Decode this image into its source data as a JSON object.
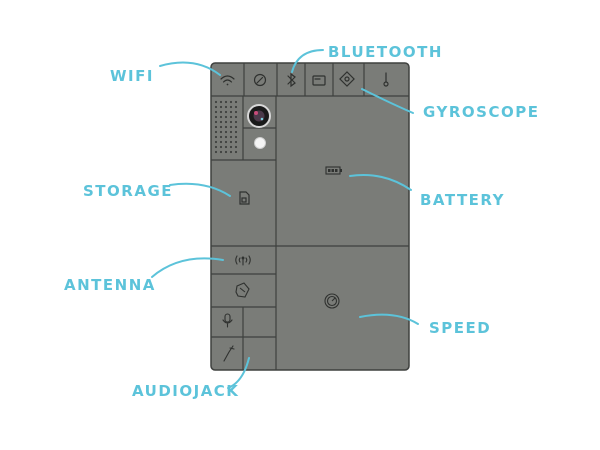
{
  "colors": {
    "accent": "#5cc3da",
    "phone_body": "#7a7c78",
    "module_border": "#3e403e",
    "icon": "#2f312f",
    "background": "#ffffff"
  },
  "labels": {
    "wifi": "WIFI",
    "bluetooth": "BLUETOOTH",
    "gyroscope": "GYROSCOPE",
    "storage": "STORAGE",
    "battery": "BATTERY",
    "antenna": "ANTENNA",
    "speed": "SPEED",
    "audiojack": "AUDIOJACK"
  },
  "icons": {
    "wifi": "wifi-icon",
    "compass": "compass-icon",
    "bluetooth": "bluetooth-icon",
    "card": "card-icon",
    "gyroscope": "gyroscope-icon",
    "thermometer": "thermometer-icon",
    "speaker": "speaker-grille",
    "camera": "camera-lens",
    "flash": "flash-icon",
    "storage": "sd-card-icon",
    "battery": "battery-icon",
    "antenna": "antenna-icon",
    "tool": "tool-icon",
    "microphone": "microphone-icon",
    "audiojack": "audiojack-icon",
    "speed": "speed-gauge-icon"
  }
}
